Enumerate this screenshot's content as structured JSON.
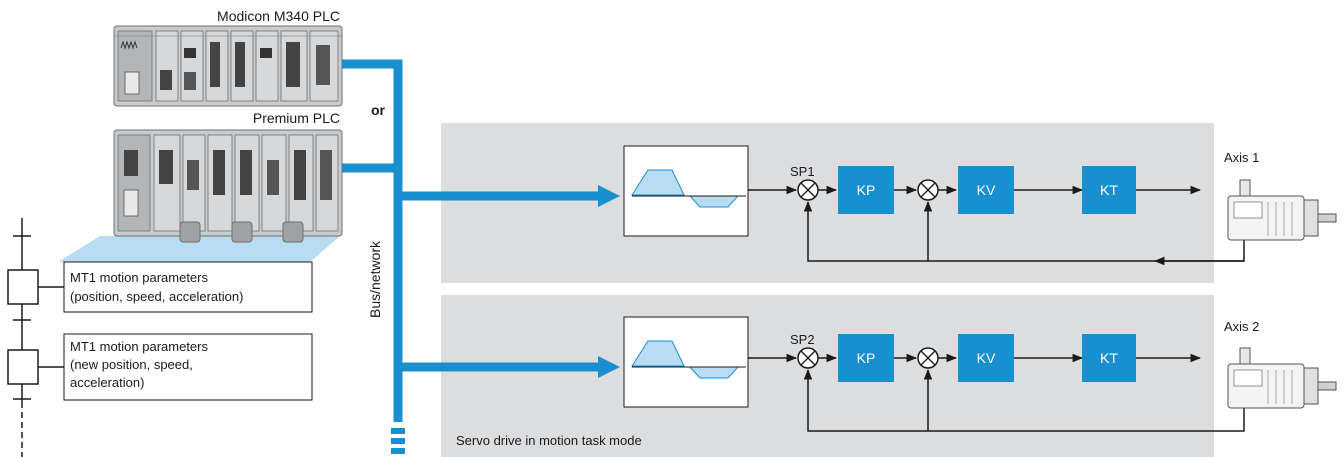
{
  "plc": {
    "m340_label": "Modicon M340 PLC",
    "premium_label": "Premium PLC",
    "or_label": "or"
  },
  "bus": {
    "label": "Bus/network"
  },
  "grafcet": {
    "steps": [
      {
        "text_lines": [
          "MT1 motion parameters",
          "(position, speed, acceleration)"
        ]
      },
      {
        "text_lines": [
          "MT1 motion parameters",
          "(new position, speed,",
          "acceleration)"
        ]
      }
    ]
  },
  "axes": [
    {
      "setpoint": "SP1",
      "blocks": [
        "KP",
        "KV",
        "KT"
      ],
      "axis_label": "Axis 1"
    },
    {
      "setpoint": "SP2",
      "blocks": [
        "KP",
        "KV",
        "KT"
      ],
      "axis_label": "Axis 2"
    }
  ],
  "panel_caption": "Servo drive in motion task mode",
  "colors": {
    "accent_blue": "#1a8fd0",
    "panel_gray": "#dcdddf",
    "light_blue": "#b8dcf2",
    "plc_gray": "#c9cbcd"
  }
}
